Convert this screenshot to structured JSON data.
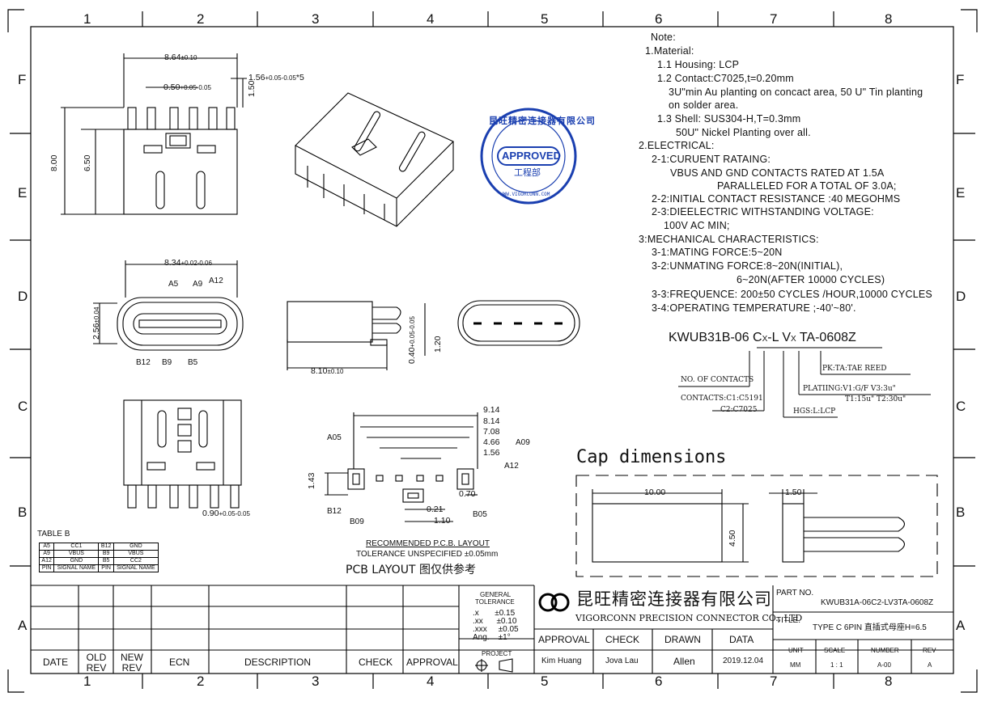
{
  "grid": {
    "columns": [
      "1",
      "2",
      "3",
      "4",
      "5",
      "6",
      "7",
      "8"
    ],
    "rows": [
      "F",
      "E",
      "D",
      "C",
      "B",
      "A"
    ]
  },
  "notes": {
    "title": "Note:",
    "lines": [
      "1.Material:",
      "1.1  Housing:  LCP",
      "1.2  Contact:C7025,t=0.20mm",
      "3U\"min Au planting on concact area, 50 U\" Tin planting",
      "on solder area.",
      "1.3  Shell:  SUS304-H,T=0.3mm",
      "50U\" Nickel Planting over all.",
      "2.ELECTRICAL:",
      "2-1:CURUENT RATAING:",
      "VBUS AND GND CONTACTS RATED AT 1.5A",
      "PARALLELED FOR A TOTAL OF 3.0A;",
      "2-2:INITIAL CONTACT RESISTANCE :40 MEGOHMS",
      "2-3:DIEELECTRIC WITHSTANDING VOLTAGE:",
      "100V AC MIN;",
      "3:MECHANICAL CHARACTERISTICS:",
      "3-1:MATING FORCE:5~20N",
      "3-2:UNMATING FORCE:8~20N(INITIAL),",
      "6~20N(AFTER 10000 CYCLES)",
      "3-3:FREQUENCE: 200±50 CYCLES /HOUR,10000 CYCLES",
      "3-4:OPERATING TEMPERATURE ;-40'~80'."
    ]
  },
  "part_code": {
    "prefix": "KWUB31B-06 C",
    "sub1": "X",
    "mid": "-L V",
    "sub2": "X",
    "suffix": " TA-0608Z",
    "callouts": {
      "pk": "PK:TA:TAE REED",
      "plating1": "PLATIING:V1:G/F  V3:3u\"",
      "plating2": "T1:15u\" T2:30u\"",
      "contacts_label": "NO. OF CONTACTS",
      "contacts1": "CONTACTS:C1:C5191",
      "contacts2": "C2:C7025",
      "hgs": "HGS:L:LCP"
    }
  },
  "stamp": {
    "top_text": "昆旺精密连接器有限公司",
    "approved": "APPROVED",
    "dept": "工程部",
    "url": "WWW.VIGORCONN.COM"
  },
  "cap": {
    "title": "Cap dimensions",
    "width": "10.00",
    "height": "4.50",
    "depth": "1.50"
  },
  "dims": {
    "top_width": "8.64",
    "top_width_tol": "±0.10",
    "pin_pitch": "0.50",
    "pin_pitch_tol_up": "+0.05",
    "pin_pitch_tol_dn": "-0.05",
    "pin_w": "1.56",
    "pin_w_tol_up": "+0.05",
    "pin_w_tol_dn": "-0.05",
    "pin_w_times": "*5",
    "pin_h": "1.50",
    "height_total": "8.00",
    "height_body": "6.50",
    "front_width": "8.34",
    "front_width_tol_up": "+0.02",
    "front_width_tol_dn": "-0.06",
    "front_height": "2.56",
    "front_height_tol": "±0.04",
    "side_len": "8.10",
    "side_len_tol": "±0.10",
    "side_h": "1.20",
    "side_t": "0.40",
    "side_t_tol_up": "+0.05",
    "side_t_tol_dn": "-0.05",
    "bottom_pin": "0.90",
    "bottom_pin_tol_up": "+0.05",
    "bottom_pin_tol_dn": "-0.05",
    "pcb_dims": [
      "9.14",
      "8.14",
      "7.08",
      "4.66",
      "1.56"
    ],
    "pcb_h": "1.43",
    "pcb_021": "0.21",
    "pcb_110": "1.10",
    "pcb_070": "0.70"
  },
  "front_labels": {
    "a5": "A5",
    "a9": "A9",
    "a12": "A12",
    "b12": "B12",
    "b9": "B9",
    "b5": "B5"
  },
  "pcb_labels": {
    "a05": "A05",
    "a09": "A09",
    "a12": "A12",
    "b12": "B12",
    "b09": "B09",
    "b05": "B05",
    "rec1": "RECOMMENDED   P.C.B.  LAYOUT",
    "rec2": "TOLERANCE  UNSPECIFIED  ±0.05mm",
    "title": "PCB LAYOUT 图仅供参考"
  },
  "table_b": {
    "title": "TABLE  B",
    "rows": [
      [
        "A5",
        "CC1",
        "B12",
        "GND"
      ],
      [
        "A9",
        "VBUS",
        "B9",
        "VBUS"
      ],
      [
        "A12",
        "GND",
        "B5",
        "CC2"
      ],
      [
        "PIN",
        "SIGNAL NAME",
        "PIN",
        "SIGNAL NAME"
      ]
    ]
  },
  "title_block": {
    "rev_headers": [
      "DATE",
      "OLD REV",
      "NEW REV",
      "ECN",
      "DESCRIPTION",
      "CHECK",
      "APPROVAL"
    ],
    "general": "GENERAL",
    "tolerance": "TOLERANCE",
    "tol_lines": [
      ".x       ±0.15",
      ".xx      ±0.10",
      ".xxx     ±0.05",
      "Ang.    ±1°"
    ],
    "project": "PROJECT",
    "company_cn": "昆旺精密连接器有限公司",
    "company_en": "VIGORCONN PRECISION CONNECTOR CO., LTD",
    "approval": "APPROVAL",
    "check": "CHECK",
    "drawn": "DRAWN",
    "data": "DATA",
    "approval_name": "Kim Huang",
    "check_name": "Jova Lau",
    "drawn_name": "Allen",
    "date": "2019.12.04",
    "part_no_label": "PART NO.",
    "part_no": "KWUB31A-06C2-LV3TA-0608Z",
    "title_label": "TITLE.",
    "title_value": "TYPE C 6PIN 直插式母座H=6.5",
    "unit_label": "UNIT",
    "unit": "MM",
    "scale_label": "SCALE",
    "scale": "1 : 1",
    "number_label": "NUMBER",
    "number": "A-00",
    "rev_label": "REV",
    "rev": "A"
  }
}
